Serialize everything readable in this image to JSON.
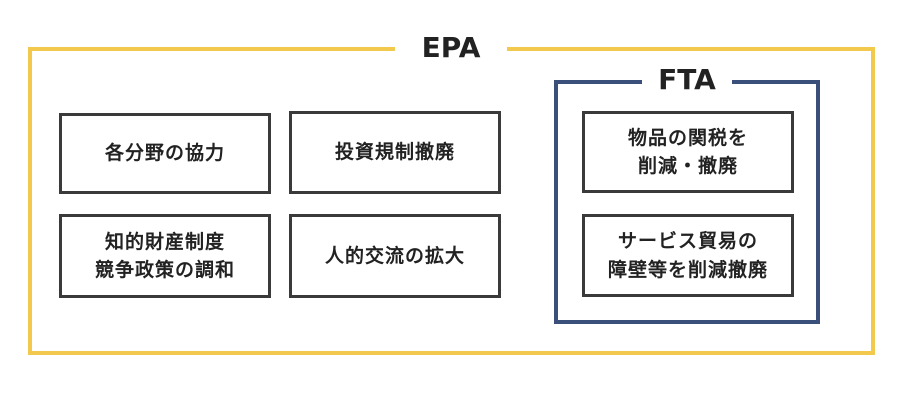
{
  "epa": {
    "label": "EPA",
    "items": [
      "各分野の協力",
      "投資規制撤廃",
      "知的財産制度\n競争政策の調和",
      "人的交流の拡大"
    ]
  },
  "fta": {
    "label": "FTA",
    "items": [
      "物品の関税を\n削減・撤廃",
      "サービス貿易の\n障壁等を削減撤廃"
    ]
  },
  "colors": {
    "epa_border": "#f2c94c",
    "fta_border": "#3a4f7a",
    "box_border": "#3a3a3a",
    "text": "#222222"
  }
}
